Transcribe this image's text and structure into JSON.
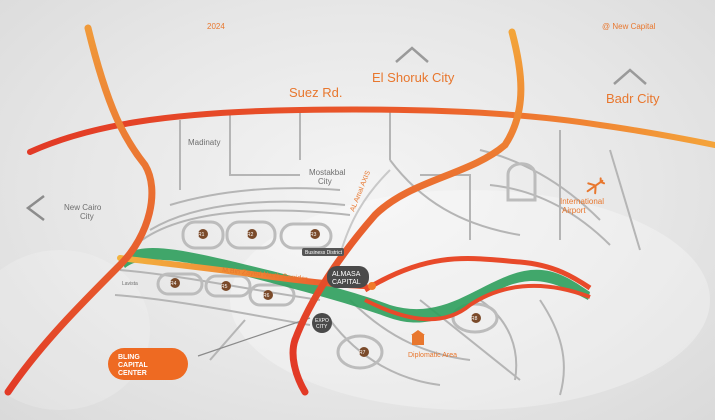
{
  "header": {
    "year": "2024",
    "brand": "@ New Capital"
  },
  "cities": {
    "el_shorouk": "El Shoruk City",
    "badr": "Badr City",
    "madinaty": "Madinaty",
    "mostakbal_line1": "Mostakbal",
    "mostakbal_line2": "City",
    "new_cairo_line1": "New Cairo",
    "new_cairo_line2": "City"
  },
  "roads": {
    "suez": "Suez Rd.",
    "amal": "AL Amal AXIS",
    "mbz": "M.Bin Zayed North Corridor"
  },
  "places": {
    "airport_line1": "International",
    "airport_line2": "Airport",
    "almasa_line1": "ALMASA",
    "almasa_line2": "CAPITAL",
    "expo_line1": "EXPO",
    "expo_line2": "CITY",
    "diplomatic": "Diplomatic Area",
    "business": "Business District",
    "landmark": "Lavista",
    "bling_line1": "BLING",
    "bling_line2": "CAPITAL",
    "bling_line3": "CENTER"
  },
  "districts": [
    "R1",
    "R2",
    "R3",
    "R4",
    "R5",
    "R6",
    "R7",
    "R8"
  ],
  "colors": {
    "accent": "#e8772e",
    "road_red": "#e23a26",
    "road_orange": "#f09a3a",
    "green_river": "#2e9e5c",
    "district_badge": "#7a4a2a",
    "marker_dark": "#4a4a4a"
  },
  "icons": {
    "left_arrow": "chevron-left-icon",
    "city_marker": "chevron-up-icon",
    "airport": "airplane-icon",
    "diplomatic": "building-icon"
  }
}
